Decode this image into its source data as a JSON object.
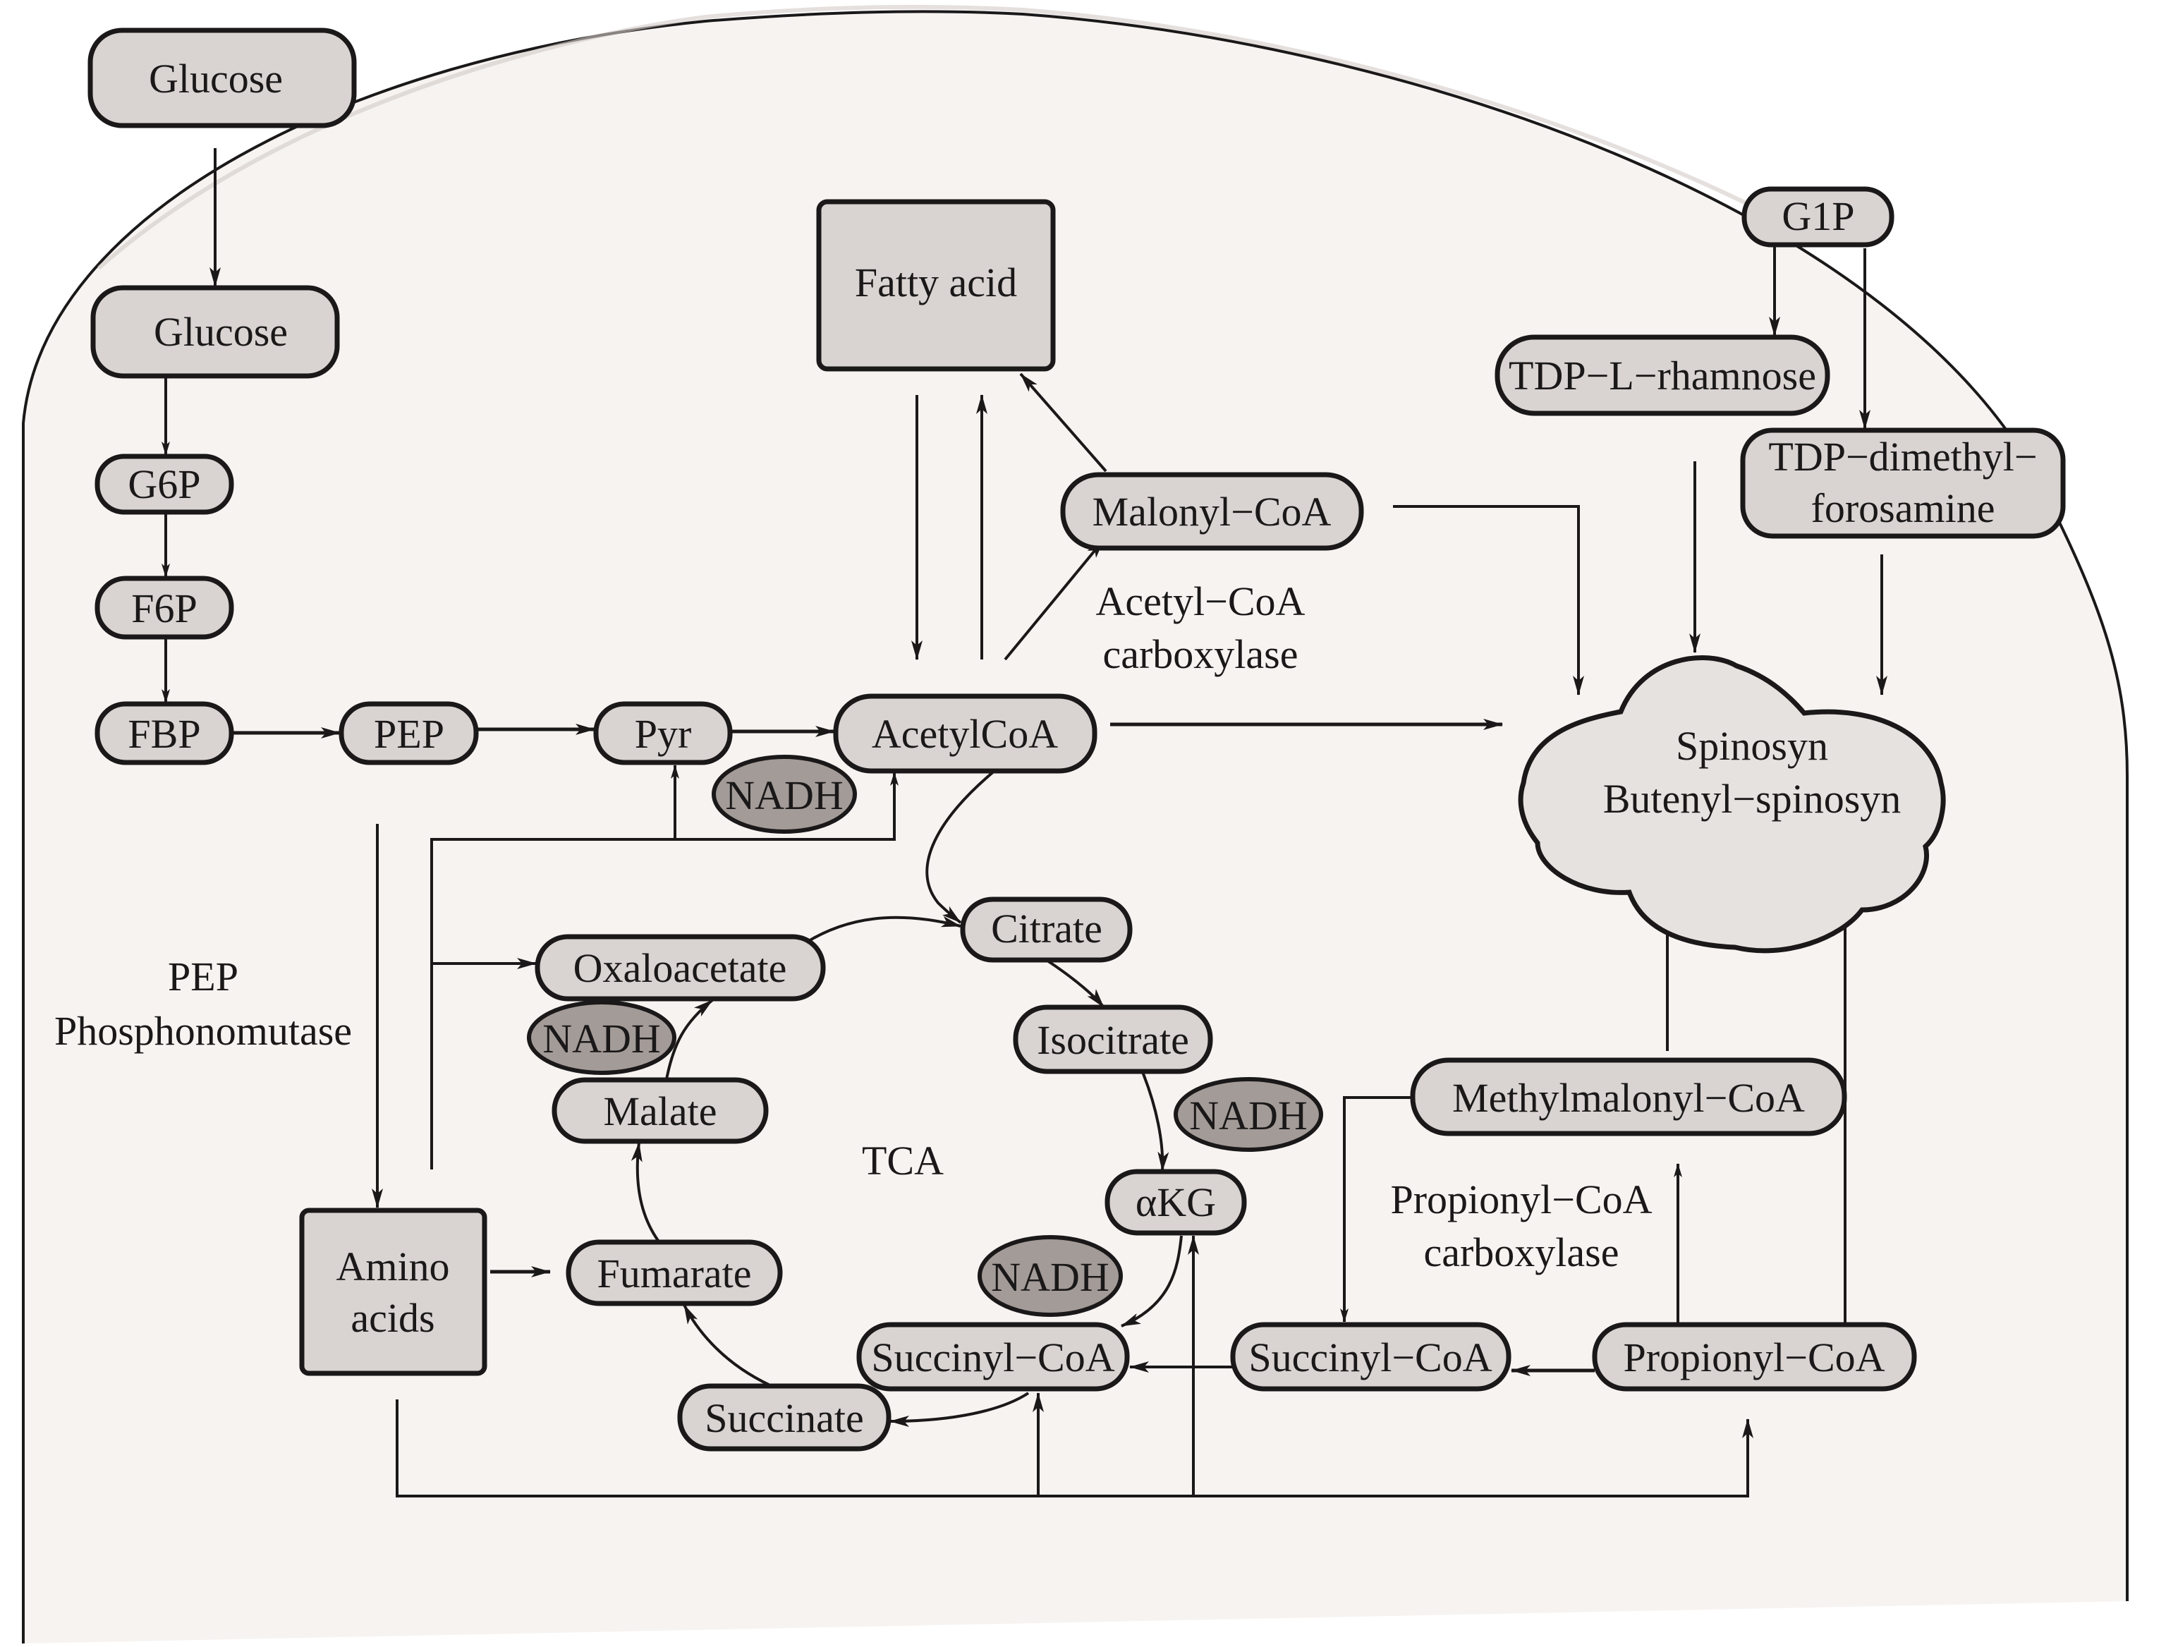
{
  "diagram": {
    "title": "Spinosyn biosynthesis metabolic pathway",
    "colors": {
      "page_background": "#ffffff",
      "cell_fill": "#f6f3f1",
      "node_fill": "#d9d3d1",
      "cofactor_fill": "#a39b98",
      "product_fill": "#e6e2df",
      "stroke": "#1a1818"
    },
    "nodes": {
      "glucose_ext": "Glucose",
      "glucose_int": "Glucose",
      "g6p": "G6P",
      "f6p": "F6P",
      "fbp": "FBP",
      "pep": "PEP",
      "pyr": "Pyr",
      "acetylcoa": "AcetylCoA",
      "fatty_acid": "Fatty acid",
      "malonyl_coa": "Malonyl−CoA",
      "g1p": "G1P",
      "tdp_rhamnose": "TDP−L−rhamnose",
      "tdp_forosamine_line1": "TDP−dimethyl−",
      "tdp_forosamine_line2": "forosamine",
      "spinosyn_line1": "Spinosyn",
      "spinosyn_line2": "Butenyl−spinosyn",
      "citrate": "Citrate",
      "oxaloacetate": "Oxaloacetate",
      "isocitrate": "Isocitrate",
      "malate": "Malate",
      "akg": "αKG",
      "amino_acids_line1": "Amino",
      "amino_acids_line2": "acids",
      "fumarate": "Fumarate",
      "succinyl_coa_tca": "Succinyl−CoA",
      "succinate": "Succinate",
      "succinyl_coa_prop": "Succinyl−CoA",
      "propionyl_coa": "Propionyl−CoA",
      "methylmalonyl_coa": "Methylmalonyl−CoA"
    },
    "cofactors": [
      "NADH",
      "NADH",
      "NADH",
      "NADH"
    ],
    "labels": {
      "acetyl_coa_carboxylase_line1": "Acetyl−CoA",
      "acetyl_coa_carboxylase_line2": "carboxylase",
      "pep_phosphonomutase_line1": "PEP",
      "pep_phosphonomutase_line2": "Phosphonomutase",
      "tca": "TCA",
      "propionyl_coa_carboxylase_line1": "Propionyl−CoA",
      "propionyl_coa_carboxylase_line2": "carboxylase"
    }
  }
}
